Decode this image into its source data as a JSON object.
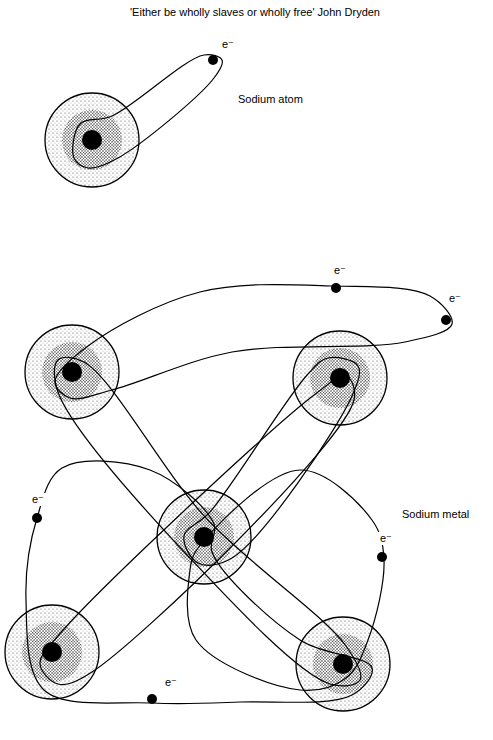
{
  "diagram": {
    "title": "'Either be wholly slaves or wholly free' John Dryden",
    "labels": [
      "e⁻",
      "Sodium atom",
      "e⁻",
      "e⁻",
      "e⁻",
      "Sodium metal",
      "e⁻",
      "e⁻"
    ]
  }
}
